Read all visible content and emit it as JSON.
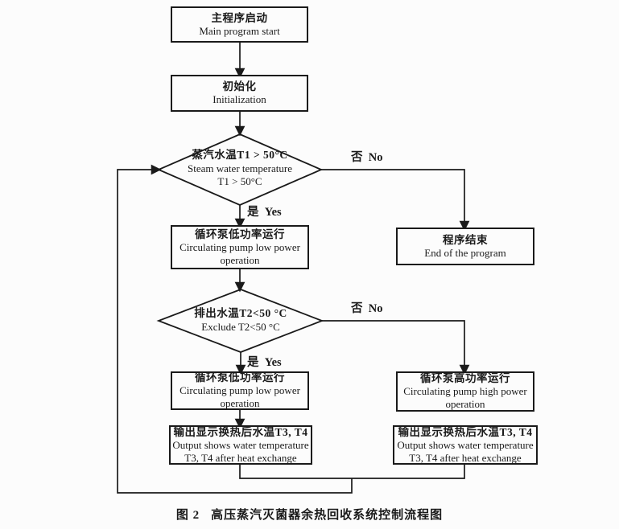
{
  "figure": {
    "caption_label": "图 2",
    "caption_title": "高压蒸汽灭菌器余热回收系统控制流程图"
  },
  "nodes": {
    "main_start": {
      "zh": "主程序启动",
      "en": "Main program start"
    },
    "init": {
      "zh": "初始化",
      "en": "Initialization"
    },
    "decision_t1": {
      "zh": "蒸汽水温T1 > 50°C",
      "en_line1": "Steam water temperature",
      "en_line2": "T1 > 50°C"
    },
    "pump_low_1": {
      "zh": "循环泵低功率运行",
      "en_line1": "Circulating pump low power",
      "en_line2": "operation"
    },
    "end_program": {
      "zh": "程序结束",
      "en": "End of the program"
    },
    "decision_t2": {
      "zh": "排出水温T2<50 °C",
      "en": "Exclude T2<50 °C"
    },
    "pump_low_2": {
      "zh": "循环泵低功率运行",
      "en_line1": "Circulating pump low power",
      "en_line2": "operation"
    },
    "pump_high": {
      "zh": "循环泵高功率运行",
      "en_line1": "Circulating pump high power",
      "en_line2": "operation"
    },
    "output_left": {
      "zh": "输出显示换热后水温T3, T4",
      "en_line1": "Output shows water temperature",
      "en_line2": "T3, T4 after heat exchange"
    },
    "output_right": {
      "zh": "输出显示换热后水温T3, T4",
      "en_line1": "Output shows water temperature",
      "en_line2": "T3, T4 after heat exchange"
    }
  },
  "labels": {
    "decision_t1_no": "否  No",
    "decision_t1_yes": "是  Yes",
    "decision_t2_no": "否  No",
    "decision_t2_yes": "是  Yes"
  },
  "colors": {
    "line": "#1a1a1a",
    "text": "#1a1a1a",
    "background": "#fcfcfc"
  }
}
